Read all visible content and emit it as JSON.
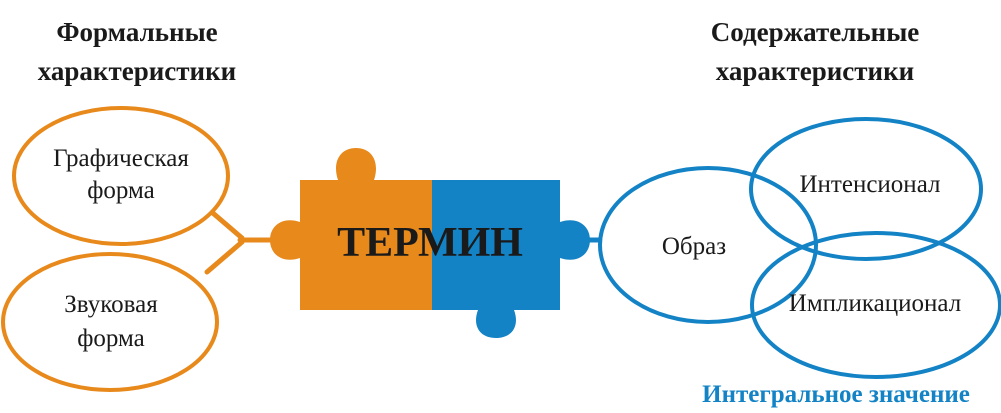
{
  "colors": {
    "orange": "#E8891C",
    "blue": "#1383C6",
    "text": "#1a1a1a",
    "background": "#ffffff"
  },
  "left_group": {
    "title_line1": "Формальные",
    "title_line2": "характеристики",
    "items": [
      {
        "line1": "Графическая",
        "line2": "форма"
      },
      {
        "line1": "Звуковая",
        "line2": "форма"
      }
    ]
  },
  "center": {
    "term": "ТЕРМИН",
    "icon": "puzzle-pieces-icon"
  },
  "right_group": {
    "title_line1": "Содержательные",
    "title_line2": "характеристики",
    "items": [
      {
        "label": "Образ"
      },
      {
        "label": "Интенсионал"
      },
      {
        "label": "Импликационал"
      }
    ],
    "caption": "Интегральное значение"
  }
}
